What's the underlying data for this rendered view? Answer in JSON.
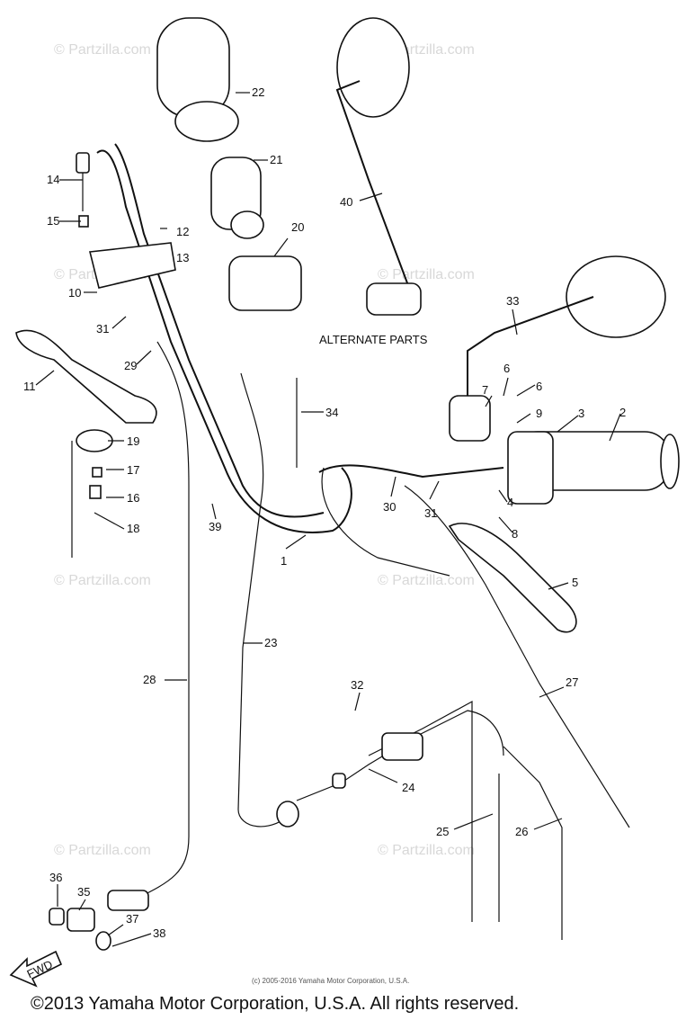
{
  "watermark": "© Partzilla.com",
  "alternate_parts_label": "ALTERNATE PARTS",
  "fwd_label": "FWD",
  "copyright_small": "(c) 2005-2016 Yamaha Motor Corporation, U.S.A.",
  "copyright_main": "©2013 Yamaha Motor Corporation, U.S.A. All rights reserved.",
  "callouts": [
    "22",
    "21",
    "20",
    "40",
    "14",
    "15",
    "12",
    "13",
    "10",
    "31",
    "11",
    "29",
    "19",
    "17",
    "16",
    "18",
    "39",
    "34",
    "33",
    "7",
    "6",
    "6",
    "9",
    "3",
    "2",
    "30",
    "31",
    "4",
    "8",
    "5",
    "1",
    "23",
    "28",
    "27",
    "32",
    "24",
    "25",
    "26",
    "36",
    "35",
    "37",
    "38"
  ]
}
